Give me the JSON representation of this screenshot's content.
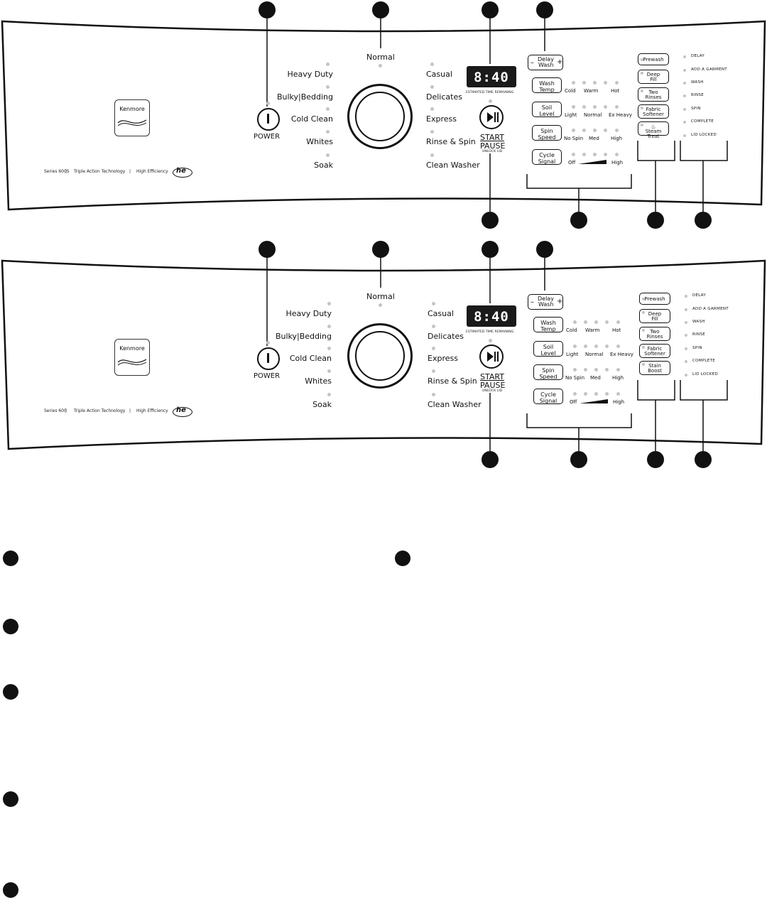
{
  "panels": [
    {
      "brand": "Kenmore",
      "series": "Series 600S",
      "tech": "Triple Action Technology",
      "efficiency": "High Efficiency",
      "he_logo": "he",
      "power_label": "POWER",
      "cycles_left": [
        "Heavy Duty",
        "Bulky|Bedding",
        "Cold Clean",
        "Whites",
        "Soak"
      ],
      "cycle_top": "Normal",
      "cycles_right": [
        "Casual",
        "Delicates",
        "Express",
        "Rinse & Spin",
        "Clean Washer"
      ],
      "display_value": "8:40",
      "display_caption": "ESTIMATED TIME REMAINING",
      "start_label": "START",
      "pause_label": "PAUSE",
      "unlock_label": "UNLOCK LID",
      "delay_wash": {
        "minus": "–",
        "line1": "Delay",
        "line2": "Wash",
        "plus": "+"
      },
      "settings": [
        {
          "line1": "Wash",
          "line2": "Temp",
          "levels": [
            "Cold",
            "Warm",
            "Hot"
          ]
        },
        {
          "line1": "Soil",
          "line2": "Level",
          "levels": [
            "Light",
            "Normal",
            "Ex Heavy"
          ]
        },
        {
          "line1": "Spin",
          "line2": "Speed",
          "levels": [
            "No Spin",
            "Med",
            "High"
          ]
        },
        {
          "line1": "Cycle",
          "line2": "Signal",
          "levels": [
            "Off",
            "",
            "High"
          ]
        }
      ],
      "options": [
        {
          "line1": "Prewash",
          "line2": ""
        },
        {
          "line1": "Deep",
          "line2": "Fill"
        },
        {
          "line1": "Two",
          "line2": "Rinses"
        },
        {
          "line1": "Fabric",
          "line2": "Softener"
        },
        {
          "line1": "",
          "line2": "Steam Treat"
        }
      ],
      "indicators": [
        "DELAY",
        "ADD A GARMENT",
        "WASH",
        "RINSE",
        "SPIN",
        "COMPLETE",
        "LID LOCKED"
      ]
    },
    {
      "brand": "Kenmore",
      "series": "Series 600",
      "tech": "Triple Action Technology",
      "efficiency": "High Efficiency",
      "he_logo": "he",
      "power_label": "POWER",
      "cycles_left": [
        "Heavy Duty",
        "Bulky|Bedding",
        "Cold Clean",
        "Whites",
        "Soak"
      ],
      "cycle_top": "Normal",
      "cycles_right": [
        "Casual",
        "Delicates",
        "Express",
        "Rinse & Spin",
        "Clean Washer"
      ],
      "display_value": "8:40",
      "display_caption": "ESTIMATED TIME REMAINING",
      "start_label": "START",
      "pause_label": "PAUSE",
      "unlock_label": "UNLOCK LID",
      "delay_wash": {
        "minus": "–",
        "line1": "Delay",
        "line2": "Wash",
        "plus": "+"
      },
      "settings": [
        {
          "line1": "Wash",
          "line2": "Temp",
          "levels": [
            "Cold",
            "Warm",
            "Hot"
          ]
        },
        {
          "line1": "Soil",
          "line2": "Level",
          "levels": [
            "Light",
            "Normal",
            "Ex Heavy"
          ]
        },
        {
          "line1": "Spin",
          "line2": "Speed",
          "levels": [
            "No Spin",
            "Med",
            "High"
          ]
        },
        {
          "line1": "Cycle",
          "line2": "Signal",
          "levels": [
            "Off",
            "",
            "High"
          ]
        }
      ],
      "options": [
        {
          "line1": "Prewash",
          "line2": ""
        },
        {
          "line1": "Deep",
          "line2": "Fill"
        },
        {
          "line1": "Two",
          "line2": "Rinses"
        },
        {
          "line1": "Fabric",
          "line2": "Softener"
        },
        {
          "line1": "Stain",
          "line2": "Boost"
        }
      ],
      "indicators": [
        "DELAY",
        "ADD A GARMENT",
        "WASH",
        "RINSE",
        "SPIN",
        "COMPLETE",
        "LID LOCKED"
      ]
    }
  ],
  "colors": {
    "ink": "#111111",
    "led_dot": "#c4c4c4",
    "display_bg": "#1a1a1a"
  },
  "icons": [
    "power-icon",
    "play-pause-icon",
    "steam-icon",
    "callout-marker"
  ]
}
